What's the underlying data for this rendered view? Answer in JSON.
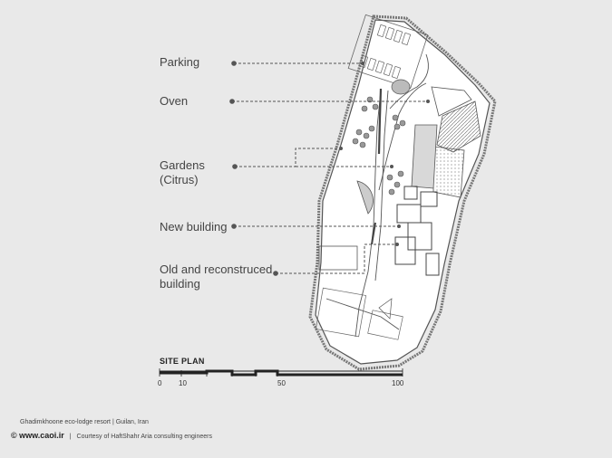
{
  "labels": {
    "parking": "Parking",
    "oven": "Oven",
    "gardens_line1": "Gardens",
    "gardens_line2": "(Citrus)",
    "new_building": "New building",
    "old_building_line1": "Old and reconstruced",
    "old_building_line2": "building"
  },
  "scale": {
    "title": "SITE PLAN",
    "ticks": [
      "0",
      "10",
      "50",
      "100"
    ]
  },
  "credits": {
    "project": "Ghadimkhoone eco-lodge resort  |  Guilan, Iran",
    "site": "© www.caoi.ir",
    "courtesy": "Courtesy of HaftShahr Aria consulting engineers"
  },
  "colors": {
    "background": "#e9e9e9",
    "line": "#555555",
    "plan_fill": "#ffffff"
  }
}
